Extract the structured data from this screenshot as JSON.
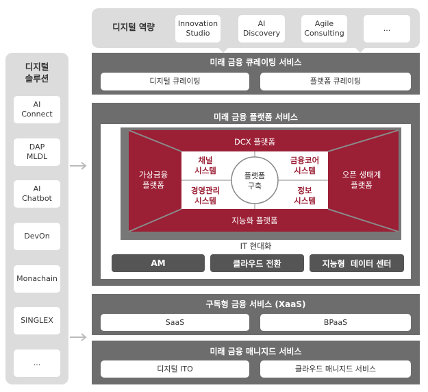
{
  "capability": {
    "title": "디지털 역량",
    "items": [
      "Innovation\nStudio",
      "AI\nDiscovery",
      "Agile\nConsulting",
      "..."
    ]
  },
  "curating": {
    "title": "미래 금융 큐레이팅 서비스",
    "items": [
      "디지털 큐레이팅",
      "플랫폼 큐레이팅"
    ]
  },
  "platform": {
    "title": "미래 금융 플랫폼 서비스",
    "top": "DCX 플랫폼",
    "bottom": "지능화 플랫폼",
    "left": "가상금융\n플랫폼",
    "right": "오픈 생태계\n플랫폼",
    "center": "플랫폼\n구축",
    "quadrants": [
      "채널\n시스템",
      "금융코어\n시스템",
      "경영관리\n시스템",
      "정보\n시스템"
    ],
    "it_label": "IT 현대화",
    "buttons": [
      "AM",
      "클라우드 전환",
      "지능형  데이터 센터"
    ]
  },
  "xaas": {
    "title": "구독형 금융 서비스 (XaaS)",
    "items": [
      "SaaS",
      "BPaaS"
    ]
  },
  "managed": {
    "title": "미래 금융 매니지드 서비스",
    "items": [
      "디지털 ITO",
      "클라우드 매니지드 서비스"
    ]
  },
  "solutions": {
    "title": "디지털\n솔루션",
    "items": [
      "AI\nConnect",
      "DAP\nMLDL",
      "AI\nChatbot",
      "DevOn",
      "Monachain",
      "SINGLEX",
      "..."
    ]
  }
}
